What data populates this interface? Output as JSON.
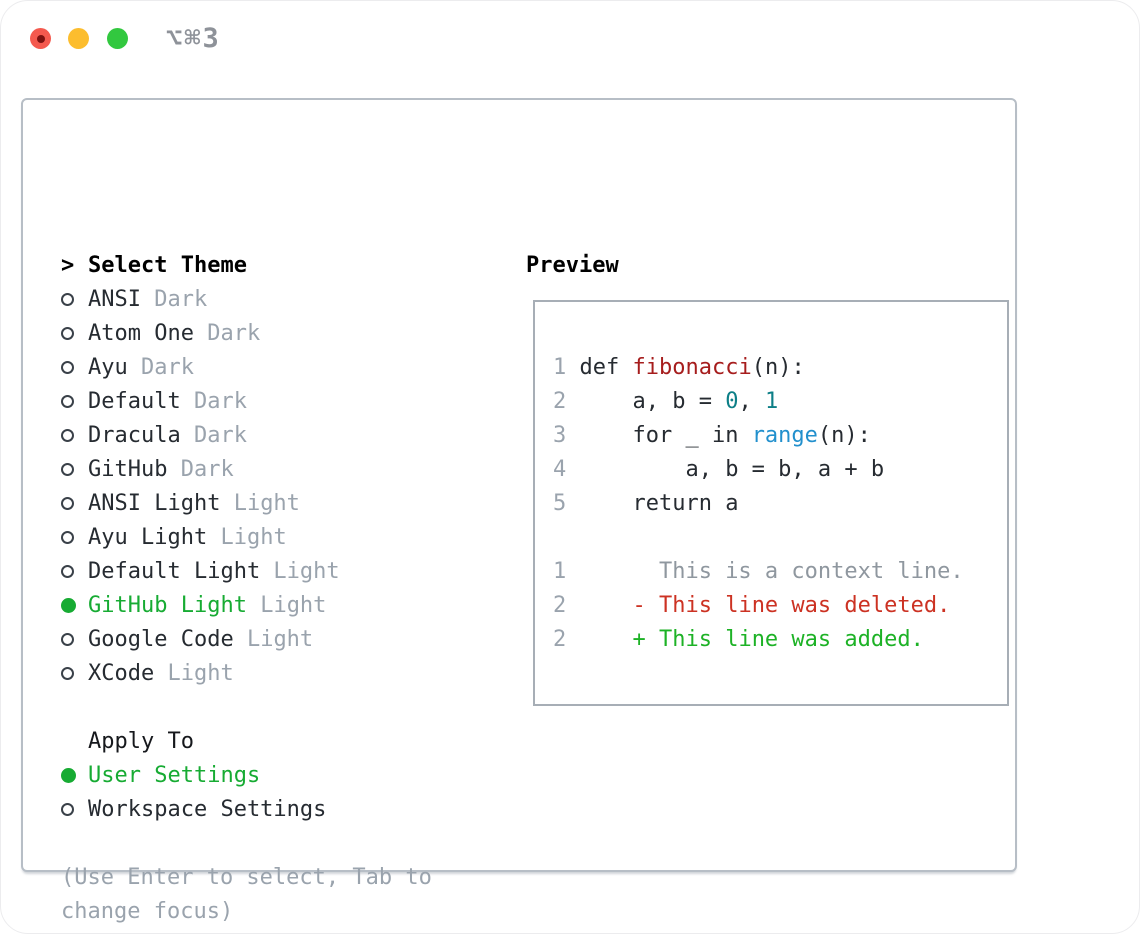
{
  "titlebar": {
    "shortcut": "⌥⌘3",
    "buttons": [
      "close",
      "minimize",
      "zoom"
    ]
  },
  "colors": {
    "accent_green": "#17ab33",
    "added_green": "#1db226",
    "deleted_red": "#cc3223",
    "function_red": "#a61d1d",
    "number_teal": "#0d7f87",
    "builtin_blue": "#2290cd",
    "muted_gray": "#9aa3ad",
    "context_gray": "#8f979f",
    "text_dark": "#262b31"
  },
  "theme_list": {
    "marker": ">",
    "header": "Select Theme",
    "items": [
      {
        "label": "ANSI",
        "tag": "Dark",
        "selected": false
      },
      {
        "label": "Atom One",
        "tag": "Dark",
        "selected": false
      },
      {
        "label": "Ayu",
        "tag": "Dark",
        "selected": false
      },
      {
        "label": "Default",
        "tag": "Dark",
        "selected": false
      },
      {
        "label": "Dracula",
        "tag": "Dark",
        "selected": false
      },
      {
        "label": "GitHub",
        "tag": "Dark",
        "selected": false
      },
      {
        "label": "ANSI Light",
        "tag": "Light",
        "selected": false
      },
      {
        "label": "Ayu Light",
        "tag": "Light",
        "selected": false
      },
      {
        "label": "Default Light",
        "tag": "Light",
        "selected": false
      },
      {
        "label": "GitHub Light",
        "tag": "Light",
        "selected": true
      },
      {
        "label": "Google Code",
        "tag": "Light",
        "selected": false
      },
      {
        "label": "XCode",
        "tag": "Light",
        "selected": false
      }
    ]
  },
  "apply_to": {
    "header": "Apply To",
    "options": [
      {
        "label": "User Settings",
        "selected": true
      },
      {
        "label": "Workspace Settings",
        "selected": false
      }
    ]
  },
  "hint": {
    "line1": "(Use Enter to select, Tab to",
    "line2": "change focus)"
  },
  "preview": {
    "header": "Preview",
    "lines": [
      [
        {
          "t": "1 ",
          "c": "num"
        },
        {
          "t": "def ",
          "c": "code"
        },
        {
          "t": "fibonacci",
          "c": "fn"
        },
        {
          "t": "(n):",
          "c": "code"
        }
      ],
      [
        {
          "t": "2",
          "c": "num"
        },
        {
          "t": "     a, b = ",
          "c": "code"
        },
        {
          "t": "0",
          "c": "lit"
        },
        {
          "t": ", ",
          "c": "code"
        },
        {
          "t": "1",
          "c": "lit"
        }
      ],
      [
        {
          "t": "3",
          "c": "num"
        },
        {
          "t": "     for _ in ",
          "c": "code"
        },
        {
          "t": "range",
          "c": "blt"
        },
        {
          "t": "(n):",
          "c": "code"
        }
      ],
      [
        {
          "t": "4",
          "c": "num"
        },
        {
          "t": "         a, b = b, a + b",
          "c": "code"
        }
      ],
      [
        {
          "t": "5",
          "c": "num"
        },
        {
          "t": "     return a",
          "c": "code"
        }
      ],
      [],
      [
        {
          "t": "1",
          "c": "num"
        },
        {
          "t": "       This is a context line.",
          "c": "ctx"
        }
      ],
      [
        {
          "t": "2",
          "c": "num"
        },
        {
          "t": "     ",
          "c": "code"
        },
        {
          "t": "- This line was deleted.",
          "c": "del"
        }
      ],
      [
        {
          "t": "2",
          "c": "num"
        },
        {
          "t": "     ",
          "c": "code"
        },
        {
          "t": "+ This line was added.",
          "c": "add"
        }
      ]
    ]
  }
}
